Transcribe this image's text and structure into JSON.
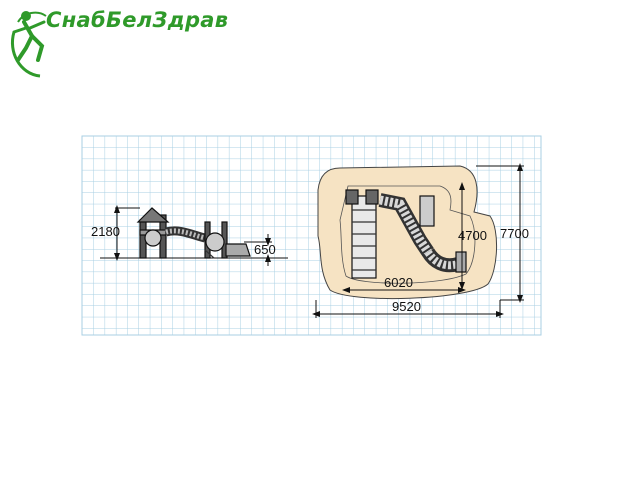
{
  "brand": {
    "name": "СнабБелЗдрав",
    "color": "#2f9a2a"
  },
  "grid": {
    "line_color": "#a9cfe3",
    "background": "#ffffff"
  },
  "footprint_color": "#f6e3c3",
  "side_view": {
    "height_dim": "2180",
    "platform_dim": "650"
  },
  "plan_view": {
    "length_dim": "6020",
    "depth_dim": "4700",
    "total_length_dim": "9520",
    "total_depth_dim": "7700"
  },
  "icons": [
    "figure-logo-icon"
  ]
}
